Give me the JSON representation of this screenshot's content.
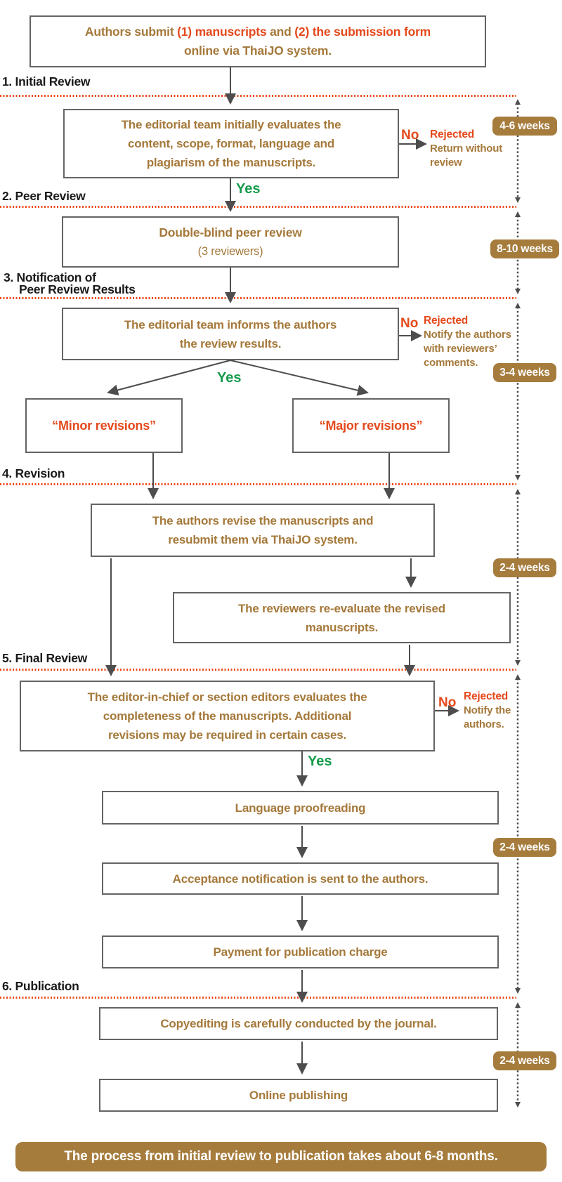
{
  "title_box": {
    "segments": [
      {
        "text": "Authors submit ",
        "color": "brown"
      },
      {
        "text": "(1) manuscripts",
        "color": "orange"
      },
      {
        "text": " and ",
        "color": "brown"
      },
      {
        "text": "(2) the submission form",
        "color": "orange"
      }
    ],
    "line2": "online via ThaiJO system."
  },
  "sections": {
    "s1": {
      "label": "1. Initial Review",
      "duration": "4-6 weeks"
    },
    "s2": {
      "label": "2. Peer Review",
      "duration": "8-10 weeks"
    },
    "s3": {
      "label_lines": [
        "3. Notification of",
        "Peer Review Results"
      ],
      "duration": "3-4 weeks"
    },
    "s4": {
      "label": "4. Revision",
      "duration": "2-4 weeks"
    },
    "s5": {
      "label": "5. Final Review",
      "duration": "2-4 weeks"
    },
    "s6": {
      "label": "6. Publication",
      "duration": "2-4 weeks"
    }
  },
  "boxes": {
    "initial_review": {
      "lines": [
        "The editorial team initially evaluates the",
        "content, scope, format, language and",
        "plagiarism of the manuscripts."
      ]
    },
    "peer_review": {
      "main": "Double-blind peer review",
      "sub": "(3 reviewers)"
    },
    "notification": {
      "lines": [
        "The editorial team informs the authors",
        "the review results."
      ]
    },
    "minor": "“Minor revisions”",
    "major": "“Major revisions”",
    "revision": {
      "lines": [
        "The authors revise the manuscripts and",
        "resubmit them via ThaiJO system."
      ]
    },
    "reevaluation": {
      "lines": [
        "The reviewers re-evaluate the revised",
        "manuscripts."
      ]
    },
    "final_review": {
      "lines": [
        "The editor-in-chief or section editors evaluates the",
        "completeness of the manuscripts.  Additional",
        "revisions may be required in certain cases."
      ]
    },
    "proofreading": "Language proofreading",
    "acceptance": "Acceptance notification is sent to the authors.",
    "payment": "Payment for publication charge",
    "copyediting": "Copyediting is carefully conducted by the journal.",
    "publishing": "Online publishing"
  },
  "decisions": {
    "initial": {
      "yes": "Yes",
      "no": "No",
      "rejected": "Rejected",
      "note_lines": [
        "Return without",
        "review"
      ]
    },
    "peer": {
      "yes": "Yes",
      "no": "No",
      "rejected": "Rejected",
      "note_lines": [
        "Notify the authors",
        "with reviewers’",
        "comments."
      ]
    },
    "final": {
      "yes": "Yes",
      "no": "No",
      "rejected": "Rejected",
      "note_lines": [
        "Notify the",
        "authors."
      ]
    }
  },
  "footer": "The process from initial review to publication takes about 6-8 months.",
  "colors": {
    "brown_text": "#A5793B",
    "orange_red": "#E4491C",
    "green": "#169B4B",
    "badge_fill": "#A67C3D",
    "box_border": "#646464",
    "arrow_gray": "#4D4D4D",
    "section_dot": "#EE4A1A",
    "label_black": "#1A1A1A"
  }
}
